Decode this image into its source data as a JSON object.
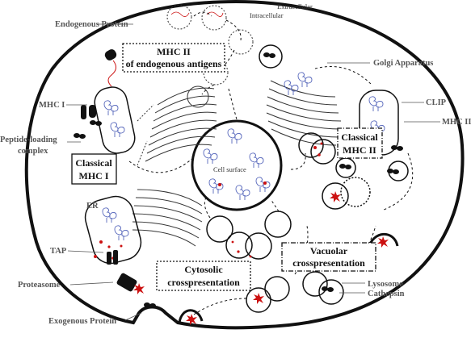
{
  "labels": {
    "endogenous_protein": "Endogenous Protein",
    "extracellular": "Extracellular",
    "intracellular": "Intracellular",
    "mhc_ii_endogenous_line1": "MHC II",
    "mhc_ii_endogenous_line2": "of endogenous antigens",
    "golgi_apparatus": "Golgi Apparatus",
    "mhc_i": "MHC I",
    "clip": "CLIP",
    "mhc_ii": "MHC II",
    "peptide_loading_line1": "Peptide-loading",
    "peptide_loading_line2": "complex",
    "classical_mhc_i_line1": "Classical",
    "classical_mhc_i_line2": "MHC I",
    "cell_surface": "Cell surface",
    "classical_mhc_ii_line1": "Classical",
    "classical_mhc_ii_line2": "MHC II",
    "er": "ER",
    "tap": "TAP",
    "cytosolic_line1": "Cytosolic",
    "cytosolic_line2": "crosspresentation",
    "vacuolar_line1": "Vacuolar",
    "vacuolar_line2": "crosspresentation",
    "proteasome": "Proteasome",
    "lysosome": "Lysosome",
    "cathepsin": "Cathepsin",
    "exogenous_protein": "Exogenous Protein"
  },
  "colors": {
    "membrane": "#111111",
    "antigen_red": "#cc1111",
    "mhc_blue": "#5566bb",
    "label_gray": "#555555"
  },
  "icons": {
    "antigen": "red-starburst-icon",
    "mhc_molecule": "mhc-complex-icon",
    "proteasome": "cylinder-icon"
  }
}
